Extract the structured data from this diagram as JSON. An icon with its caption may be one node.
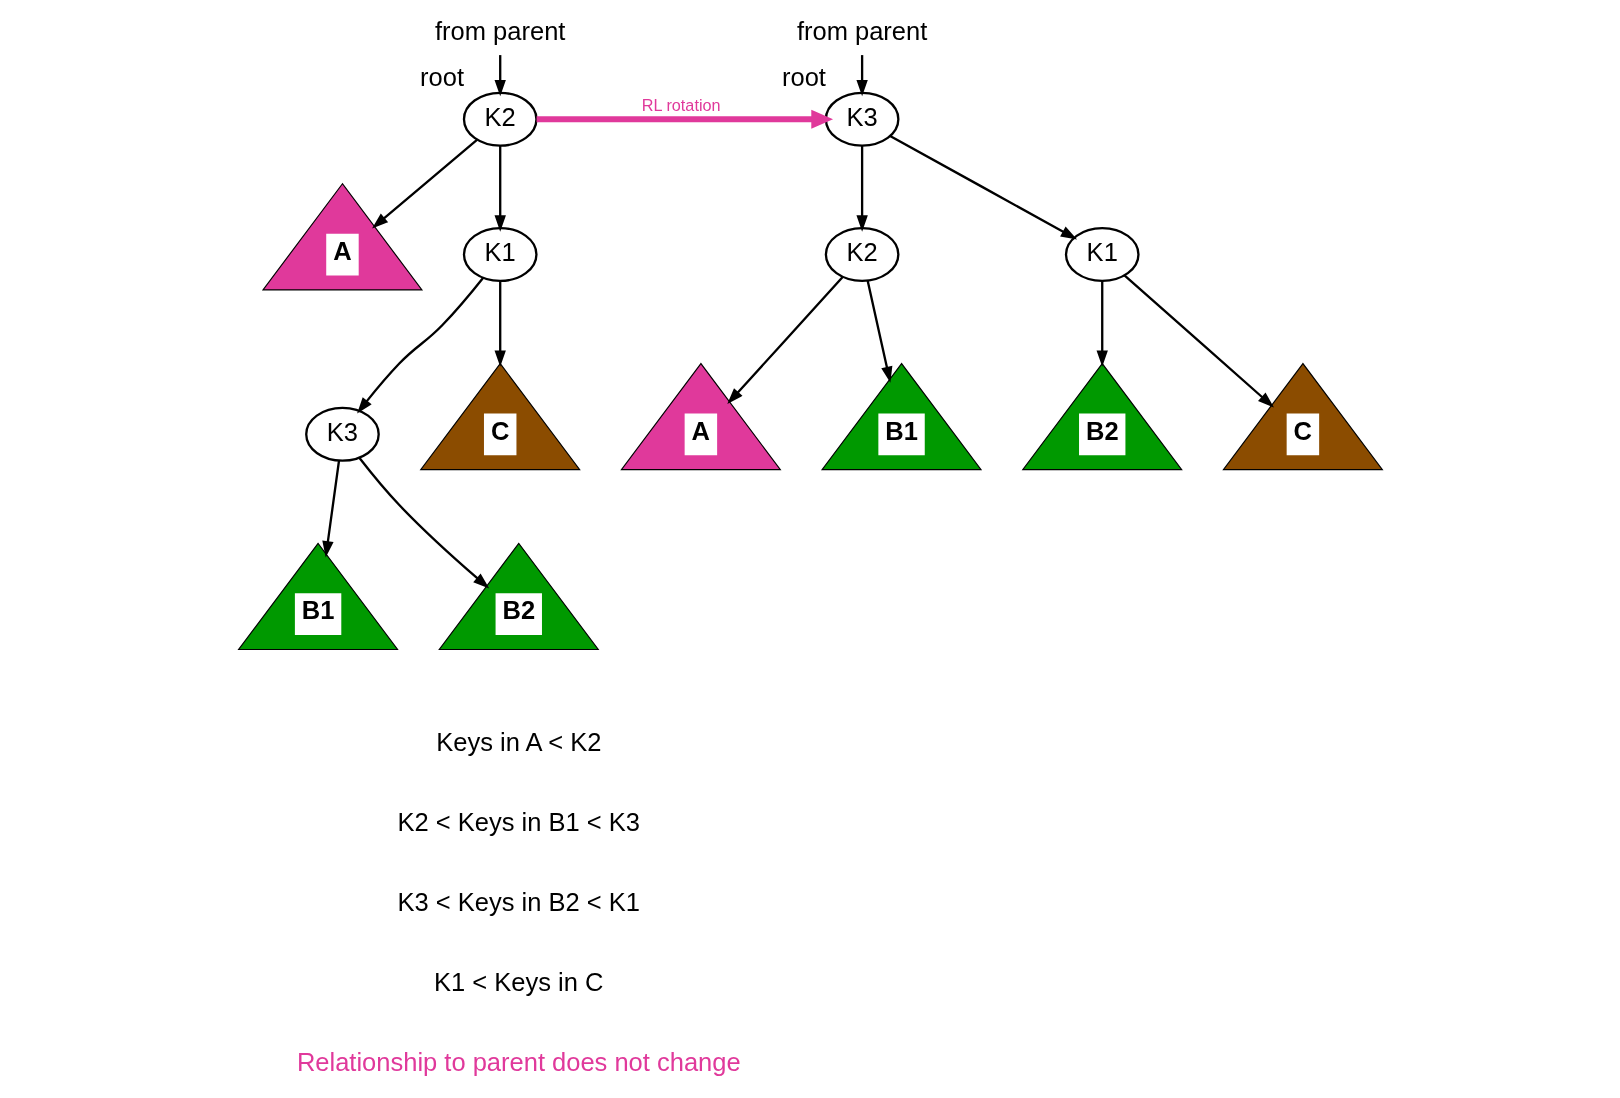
{
  "diagram": {
    "nodes": [
      {
        "text": [
          "from parent"
        ]
      },
      {
        "text": [
          "K2"
        ],
        "beside": [
          "root"
        ]
      },
      {
        "text": [
          "A"
        ]
      },
      {
        "text": [
          "K1"
        ]
      },
      {
        "text": [
          "K3"
        ]
      },
      {
        "text": [
          "C"
        ]
      },
      {
        "text": [
          "B1"
        ]
      },
      {
        "text": [
          "B2"
        ]
      },
      {
        "text": [
          "from parent"
        ]
      },
      {
        "text": [
          "K3"
        ],
        "beside": [
          "root"
        ]
      },
      {
        "text": [
          "K2"
        ]
      },
      {
        "text": [
          "K1"
        ]
      },
      {
        "text": [
          "A"
        ]
      },
      {
        "text": [
          "B1"
        ]
      },
      {
        "text": [
          "B2"
        ]
      },
      {
        "text": [
          "C"
        ]
      }
    ],
    "edges": [
      {
        "from": 0,
        "to": 1,
        "arrow": "to"
      },
      {
        "from": 1,
        "to": 2,
        "arrow": "to"
      },
      {
        "from": 1,
        "to": 3,
        "arrow": "to"
      },
      {
        "from": 3,
        "to": 4,
        "arrow": "to"
      },
      {
        "from": 3,
        "to": 5,
        "arrow": "to"
      },
      {
        "from": 4,
        "to": 6,
        "arrow": "to"
      },
      {
        "from": 4,
        "to": 7,
        "arrow": "to"
      },
      {
        "from": 1,
        "to": 9,
        "arrow": "to",
        "label": "RL rotation",
        "color": "#e0399b",
        "style": "thick"
      },
      {
        "from": 8,
        "to": 9,
        "arrow": "to"
      },
      {
        "from": 9,
        "to": 10,
        "arrow": "to"
      },
      {
        "from": 9,
        "to": 11,
        "arrow": "to"
      },
      {
        "from": 10,
        "to": 12,
        "arrow": "to"
      },
      {
        "from": 10,
        "to": 13,
        "arrow": "to"
      },
      {
        "from": 11,
        "to": 14,
        "arrow": "to"
      },
      {
        "from": 11,
        "to": 15,
        "arrow": "to"
      }
    ],
    "labels": [
      "Keys in A < K2",
      "K2 < Keys in B1 < K3",
      "K3 < Keys in B2 < K1",
      "K1 < Keys in C",
      "Relationship to parent does not change"
    ]
  }
}
